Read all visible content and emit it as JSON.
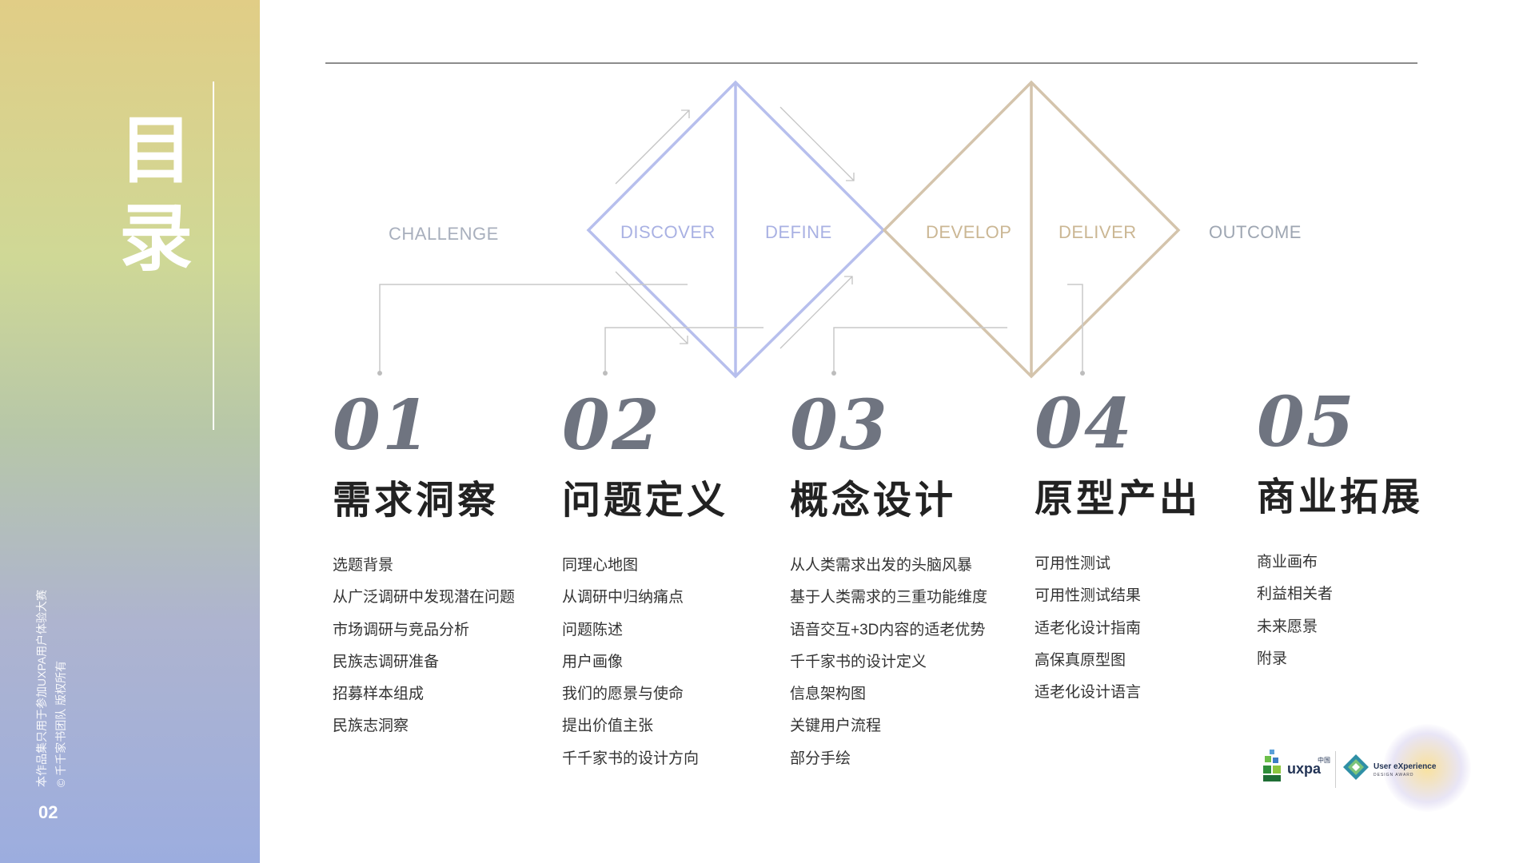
{
  "side": {
    "title_char_1": "目",
    "title_char_2": "录",
    "copyright_line_1": "本作品集只用于参加UXPA用户体验大赛",
    "copyright_line_2": "© 千千家书团队 版权所有",
    "page_number": "02"
  },
  "stages": {
    "challenge": "CHALLENGE",
    "discover": "DISCOVER",
    "define": "DEFINE",
    "develop": "DEVELOP",
    "deliver": "DELIVER",
    "outcome": "OUTCOME"
  },
  "colors": {
    "blue_diamond": "#b7bfed",
    "tan_diamond": "#d4c4ac",
    "challenge_text": "#a8afbd",
    "discover_text": "#a9b1e3",
    "develop_text": "#cbb794",
    "outcome_text": "#9ea6b2",
    "connector": "#c9c9c9",
    "number": "#6f7480"
  },
  "sections": [
    {
      "number": "01",
      "title": "需求洞察",
      "items": [
        "选题背景",
        "从广泛调研中发现潜在问题",
        "市场调研与竞品分析",
        "民族志调研准备",
        "招募样本组成",
        "民族志洞察"
      ]
    },
    {
      "number": "02",
      "title": "问题定义",
      "items": [
        "同理心地图",
        "从调研中归纳痛点",
        "问题陈述",
        "用户画像",
        "我们的愿景与使命",
        "提出价值主张",
        "千千家书的设计方向"
      ]
    },
    {
      "number": "03",
      "title": "概念设计",
      "items": [
        "从人类需求出发的头脑风暴",
        "基于人类需求的三重功能维度",
        "语音交互+3D内容的适老优势",
        "千千家书的设计定义",
        "信息架构图",
        "关键用户流程",
        "部分手绘"
      ]
    },
    {
      "number": "04",
      "title": "原型产出",
      "items": [
        "可用性测试",
        "可用性测试结果",
        "适老化设计指南",
        "高保真原型图",
        "适老化设计语言"
      ]
    },
    {
      "number": "05",
      "title": "商业拓展",
      "items": [
        "商业画布",
        "利益相关者",
        "未来愿景",
        "附录"
      ]
    }
  ],
  "logos": {
    "uxpa_text": "uxpa",
    "uxpa_cn": "中国",
    "award_line_1": "User eXperience",
    "award_line_2": "DESIGN AWARD"
  }
}
